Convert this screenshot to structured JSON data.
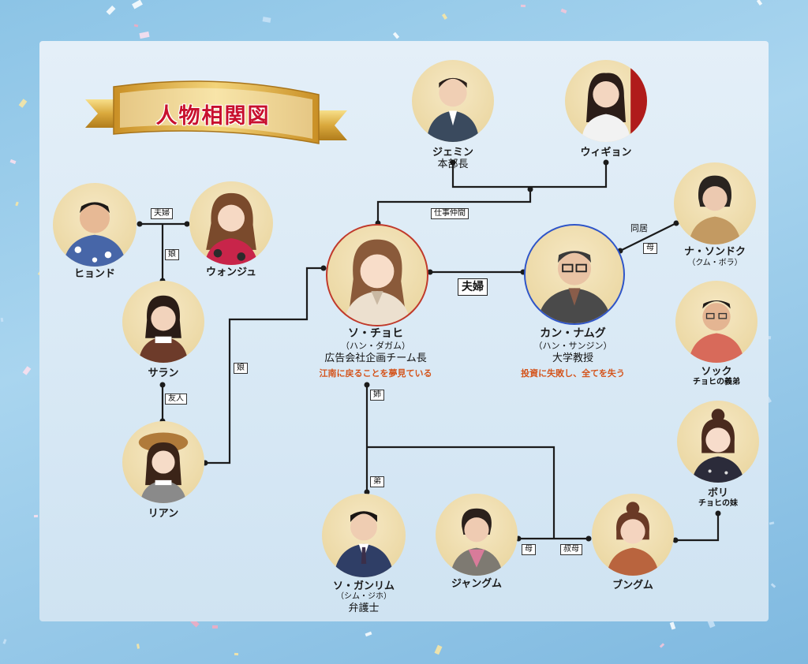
{
  "title": "人物相関図",
  "colors": {
    "accent_red": "#c8102e",
    "note_orange": "#d4541c",
    "ring_red": "#c0392b",
    "ring_blue": "#2f55c8"
  },
  "people": {
    "jemin": {
      "name": "ジェミン",
      "role": "本部長"
    },
    "uigyon": {
      "name": "ウィギョン"
    },
    "hyondo": {
      "name": "ヒョンド"
    },
    "wonju": {
      "name": "ウォンジュ"
    },
    "saran": {
      "name": "サラン"
    },
    "rian": {
      "name": "リアン"
    },
    "chohi": {
      "name": "ソ・チョヒ",
      "actor": "（ハン・ダガム）",
      "role": "広告会社企画チーム長",
      "note": "江南に戻ることを夢見ている"
    },
    "namugu": {
      "name": "カン・ナムグ",
      "actor": "（ハン・サンジン）",
      "role": "大学教授",
      "note": "投資に失敗し、全てを失う"
    },
    "sondoku": {
      "name": "ナ・ソンドク",
      "actor": "（クム・ボラ）"
    },
    "sokku": {
      "name": "ソック",
      "role": "チョヒの義弟"
    },
    "bori": {
      "name": "ボリ",
      "role": "チョヒの妹"
    },
    "ganrimu": {
      "name": "ソ・ガンリム",
      "actor": "（シム・ジホ）",
      "role": "弁護士"
    },
    "jangumu": {
      "name": "ジャングム"
    },
    "bungumu": {
      "name": "ブングム"
    }
  },
  "relations": {
    "hyondo_wonju": "夫婦",
    "hyondo_saran": "娘",
    "saran_rian": "友人",
    "rian_chohi": "娘",
    "chohi_namugu": "夫婦",
    "chohi_work": "仕事仲間",
    "namugu_sondoku_1": "同居",
    "namugu_sondoku_2": "母",
    "chohi_sister": "姉",
    "ganrimu_brother": "弟",
    "jangumu_mother": "母",
    "bungumu_aunt": "叔母"
  }
}
